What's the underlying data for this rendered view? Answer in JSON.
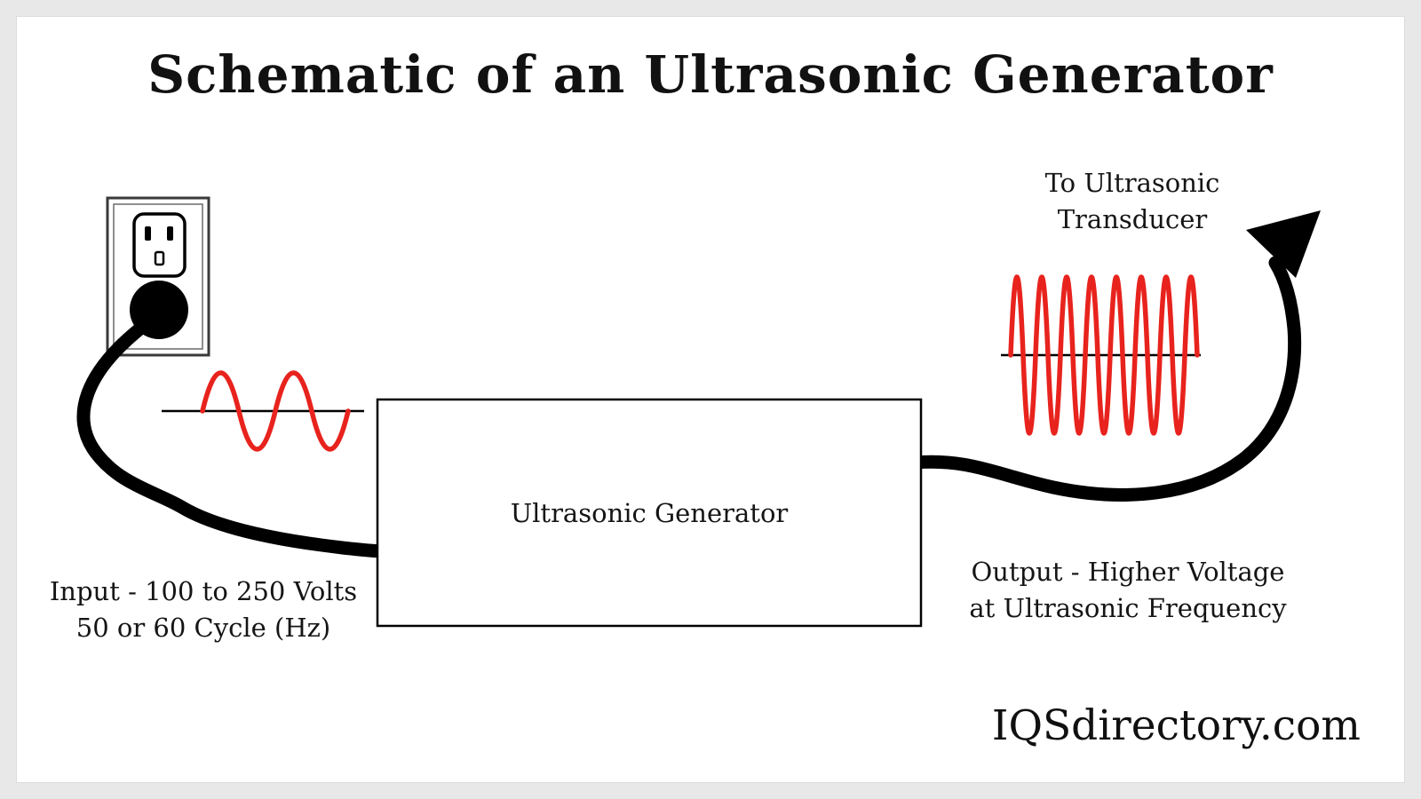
{
  "title": "Schematic of an Ultrasonic Generator",
  "diagram": {
    "generator_box": {
      "label": "Ultrasonic Generator"
    },
    "transducer_label": {
      "line1": "To Ultrasonic",
      "line2": "Transducer"
    },
    "input_label": {
      "line1": "Input - 100 to 250 Volts",
      "line2": "50 or 60 Cycle (Hz)"
    },
    "output_label": {
      "line1": "Output - Higher Voltage",
      "line2": "at Ultrasonic Frequency"
    },
    "icons": {
      "outlet": "power-outlet-icon",
      "plug": "plug-icon",
      "input_wave": "low-frequency-sine-icon",
      "output_wave": "high-frequency-sine-icon",
      "arrow": "arrow-up-right-icon"
    },
    "colors": {
      "wave": "#e8231d",
      "cable": "#000000",
      "text": "#151515",
      "frame": "#e8e8e8",
      "canvas": "#ffffff"
    }
  },
  "footer": {
    "watermark": "IQSdirectory.com"
  }
}
